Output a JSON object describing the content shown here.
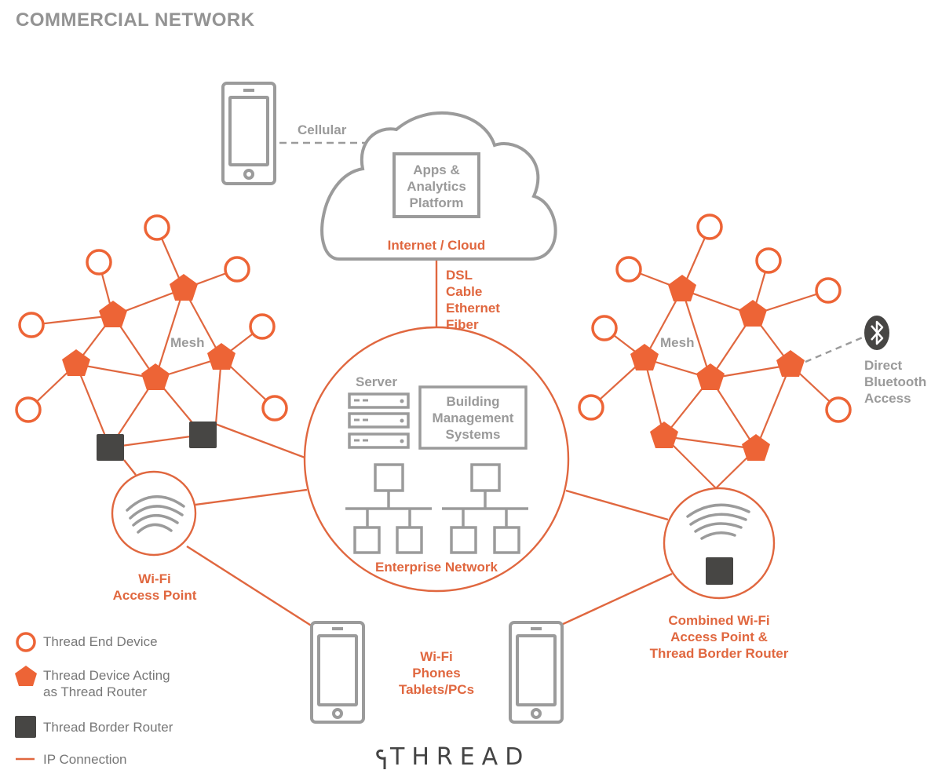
{
  "title": "COMMERCIAL NETWORK",
  "colors": {
    "accent": "#e0673f",
    "router_fill": "#ed6436",
    "border_router": "#474644",
    "device_gray": "#9b9b9b",
    "text_gray": "#939393"
  },
  "cloud": {
    "label": "Internet / Cloud",
    "platform_label": [
      "Apps &",
      "Analytics",
      "Platform"
    ]
  },
  "cellular_label": "Cellular",
  "backhaul_labels": [
    "DSL",
    "Cable",
    "Ethernet",
    "Fiber"
  ],
  "enterprise": {
    "label": "Enterprise Network",
    "server_label": "Server",
    "bms_label": [
      "Building",
      "Management",
      "Systems"
    ]
  },
  "left_mesh": {
    "label": "Mesh"
  },
  "right_mesh": {
    "label": "Mesh"
  },
  "bluetooth": {
    "icon": "bluetooth-icon",
    "label": [
      "Direct",
      "Bluetooth",
      "Access"
    ]
  },
  "wifi_ap": {
    "icon": "wifi-icon",
    "label": [
      "Wi-Fi",
      "Access Point"
    ]
  },
  "combined_router": {
    "icon": "wifi-icon",
    "label": [
      "Combined Wi-Fi",
      "Access Point &",
      "Thread Border Router"
    ]
  },
  "wifi_devices": {
    "label": [
      "Wi-Fi",
      "Phones",
      "Tablets/PCs"
    ]
  },
  "legend": [
    {
      "icon": "thread-end-device-icon",
      "label": [
        "Thread End Device"
      ]
    },
    {
      "icon": "thread-router-icon",
      "label": [
        "Thread Device Acting",
        "as Thread Router"
      ]
    },
    {
      "icon": "thread-border-router-icon",
      "label": [
        "Thread Border Router"
      ]
    },
    {
      "icon": "ip-connection-icon",
      "label": [
        "IP Connection"
      ]
    }
  ],
  "logo": "THREAD"
}
